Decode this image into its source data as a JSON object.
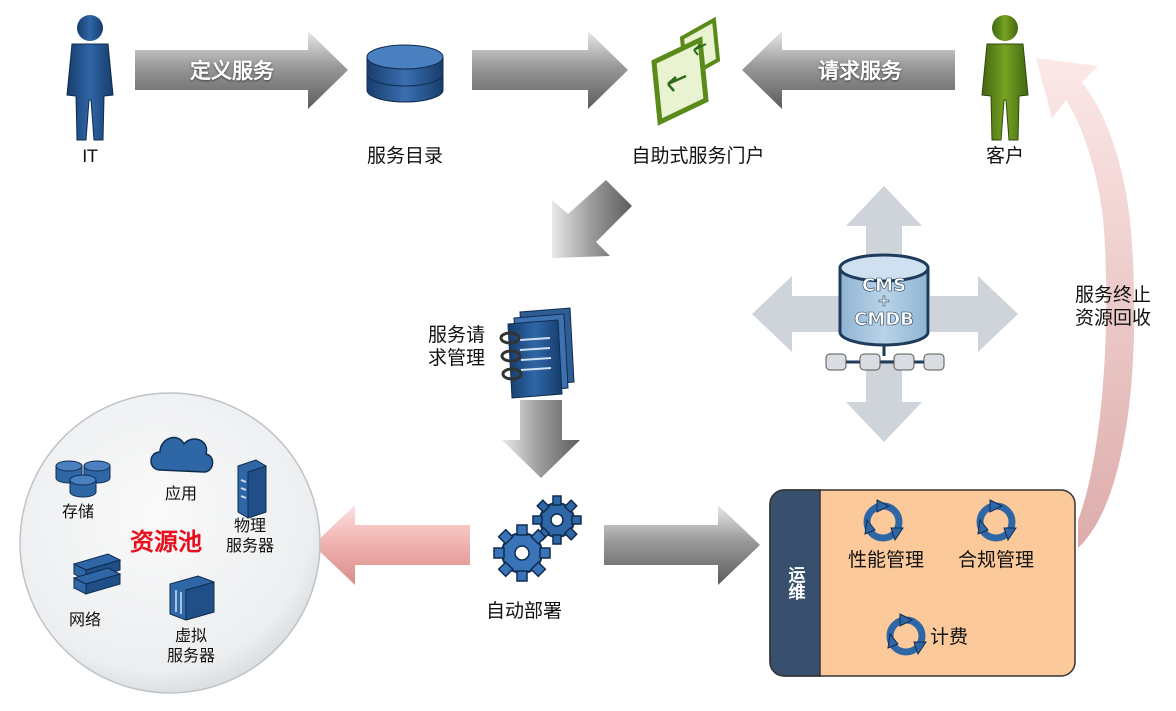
{
  "actors": {
    "it": "IT",
    "customer": "客户"
  },
  "nodes": {
    "catalog": "服务目录",
    "portal": "自助式服务门户",
    "request_mgmt_line1": "服务请",
    "request_mgmt_line2": "求管理",
    "auto_deploy": "自动部署",
    "termination_line1": "服务终止",
    "termination_line2": "资源回收"
  },
  "arrows": {
    "define_service": "定义服务",
    "request_service": "请求服务"
  },
  "cms": {
    "line1": "CMS",
    "line2": "+",
    "line3": "CMDB"
  },
  "resource_pool": {
    "title": "资源池",
    "storage": "存储",
    "application": "应用",
    "physical_server_line1": "物理",
    "physical_server_line2": "服务器",
    "network": "网络",
    "virtual_server_line1": "虚拟",
    "virtual_server_line2": "服务器"
  },
  "operations": {
    "side_label": "运维",
    "performance": "性能管理",
    "compliance": "合规管理",
    "billing": "计费"
  },
  "colors": {
    "it_person": "#1f4f86",
    "customer_person": "#5e8a16",
    "ops_panel": "#fcc99a",
    "ops_side": "#38506e",
    "pool_label": "#e8101e"
  }
}
